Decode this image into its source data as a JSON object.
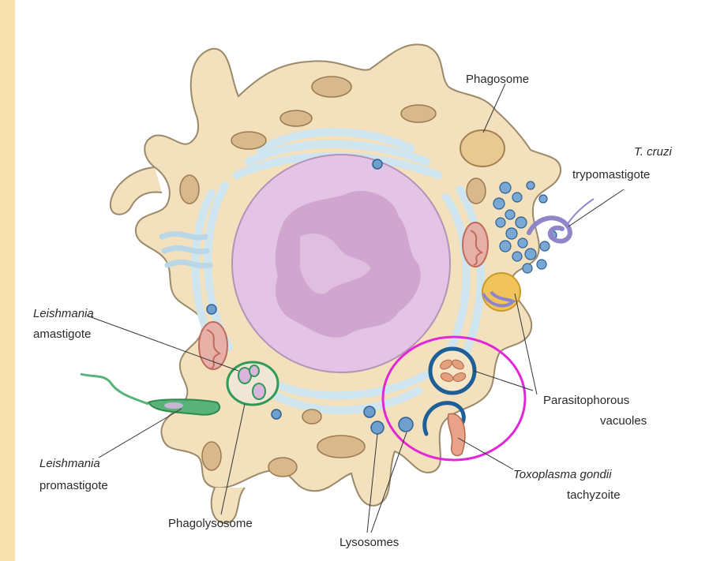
{
  "colors": {
    "page_background": "#f7dfae",
    "cytoplasm": "#f3e0bc",
    "cell_outline": "#9a8a6a",
    "nucleus": "#e3c4e4",
    "chromatin": "#c99ccb",
    "endoplasmic_reticulum": "#cfe6f0",
    "lysosome": "#4f7fb4",
    "mitochondrion": "#c06a5a",
    "leishmania": "#2e9a55",
    "highlight_circle": "#e327d8"
  },
  "labels": {
    "phagosome": "Phagosome",
    "t_cruzi_line1": "T. cruzi",
    "t_cruzi_line2": "trypomastigote",
    "leishmania_amastigote_line1": "Leishmania",
    "leishmania_amastigote_line2": "amastigote",
    "leishmania_promastigote_line1": "Leishmania",
    "leishmania_promastigote_line2": "promastigote",
    "phagolysosome": "Phagolysosome",
    "lysosomes": "Lysosomes",
    "parasitophorous_line1": "Parasitophorous",
    "parasitophorous_line2": "vacuoles",
    "toxoplasma_line1": "Toxoplasma gondii",
    "toxoplasma_line2": "tachyzoite"
  }
}
